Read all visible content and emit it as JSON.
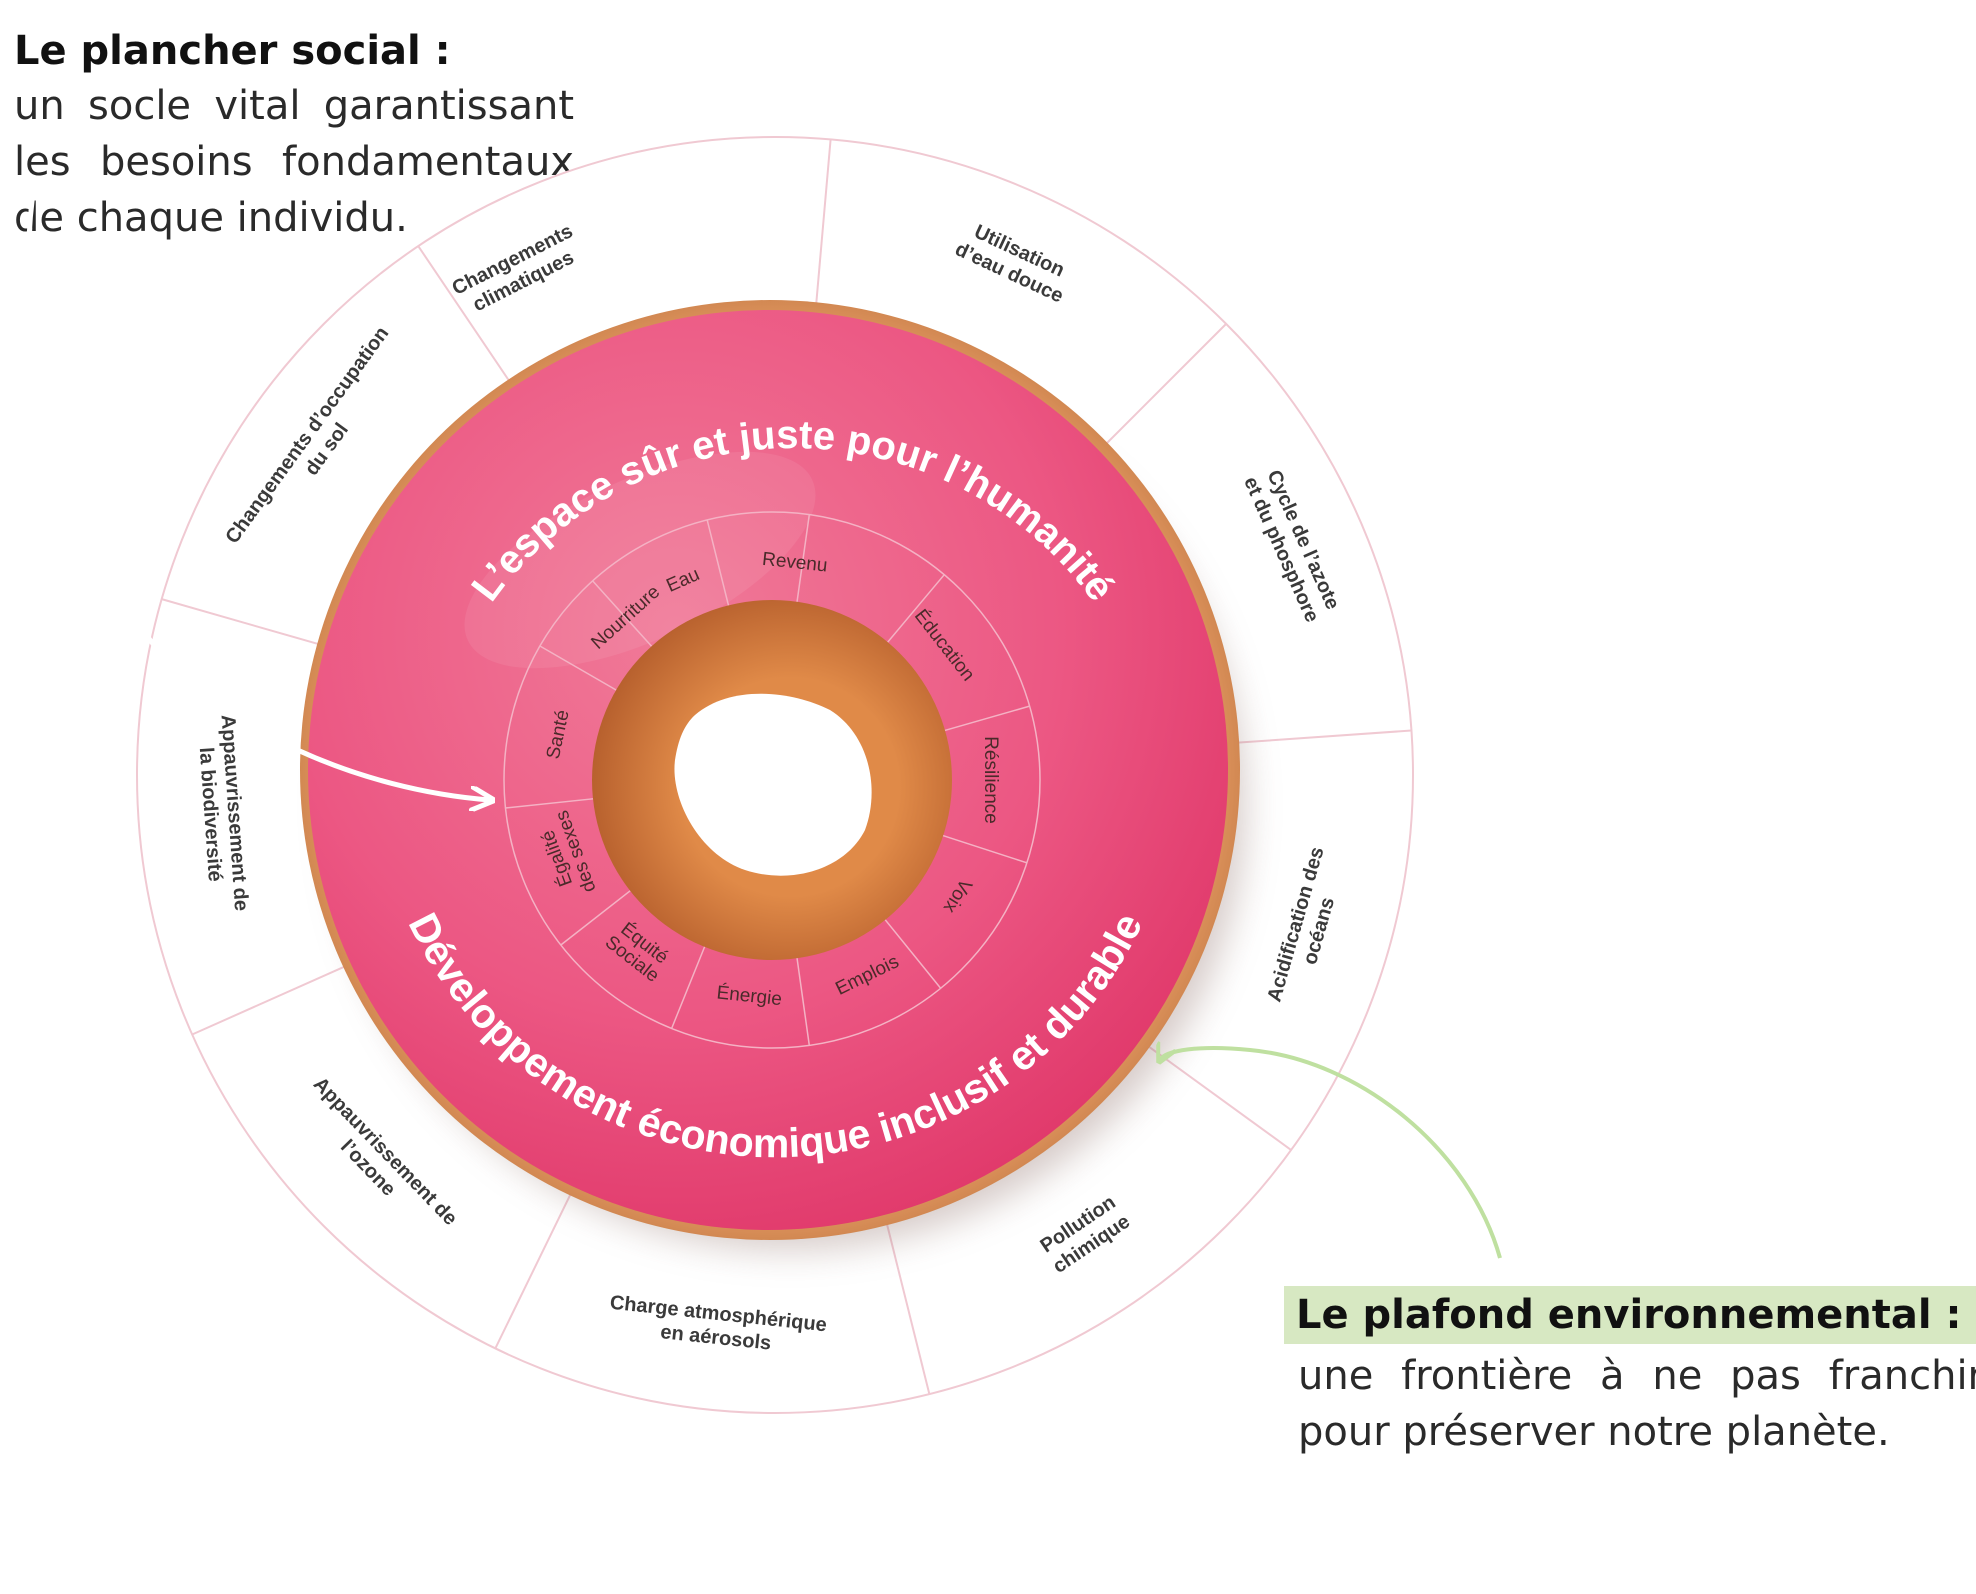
{
  "social_floor": {
    "title": "Le plancher social :",
    "text": "un socle vital garantissant les besoins fondamentaux de chaque individu."
  },
  "env_ceiling": {
    "title": "Le plafond environnemental :",
    "text": "une frontière à ne pas franchir pour préserver notre planète."
  },
  "donut": {
    "arc_top": "L’espace sûr et juste pour l’humanité",
    "arc_bottom": "Développement économique inclusif et durable"
  },
  "social_items": [
    "Eau",
    "Revenu",
    "Éducation",
    "Résilience",
    "Voix",
    "Emplois",
    "Énergie",
    "Équité Sociale",
    "Égalité des sexes",
    "Santé",
    "Nourriture"
  ],
  "env_items": [
    "Changements climatiques",
    "Utilisation d’eau douce",
    "Cycle de l’azote et du phosphore",
    "Acidification des océans",
    "Pollution chimique",
    "Charge atmosphérique en aérosols",
    "Appauvrissement de l’ozone",
    "Appauvrissement de la biodiversité",
    "Changements d’occupation du sol"
  ],
  "colors": {
    "glaze": "#ec4f7c",
    "dough": "#e79457",
    "ring_line": "#f0c9d2",
    "env_arrow": "#bfe0a0",
    "highlight": "#d7e8c2"
  }
}
